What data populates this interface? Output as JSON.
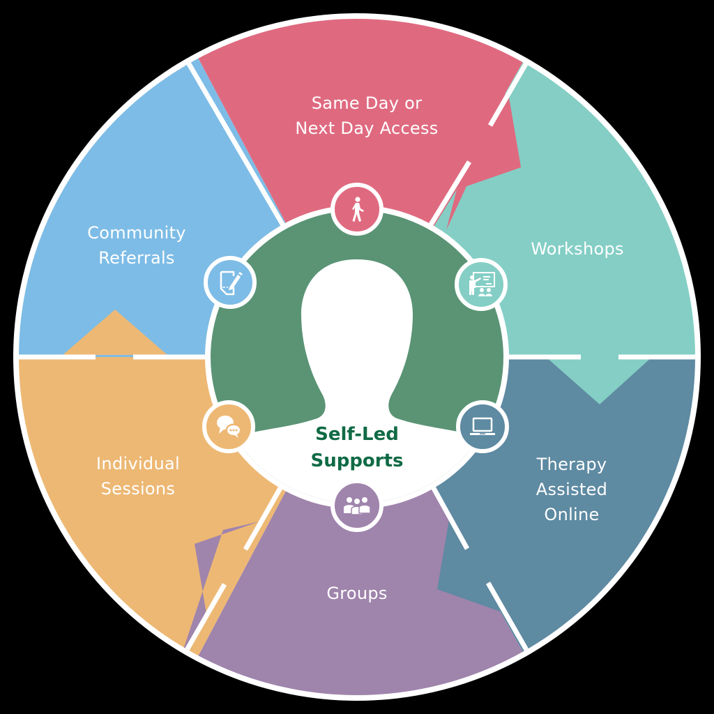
{
  "diagram": {
    "type": "circular-service-wheel",
    "center": {
      "label_line1": "Self-Led",
      "label_line2": "Supports",
      "icon": "person-silhouette-icon",
      "color": "#5a9475",
      "text_color": "#0f6a45"
    },
    "segments": [
      {
        "id": "same-day",
        "label_line1": "Same Day or",
        "label_line2": "Next Day Access",
        "icon": "walking-person-icon",
        "color": "#df6a80"
      },
      {
        "id": "workshops",
        "label_line1": "Workshops",
        "icon": "presentation-icon",
        "color": "#84cec5"
      },
      {
        "id": "therapy-online",
        "label_line1": "Therapy",
        "label_line2": "Assisted",
        "label_line3": "Online",
        "icon": "laptop-icon",
        "color": "#5e8aa2"
      },
      {
        "id": "groups",
        "label_line1": "Groups",
        "icon": "group-people-icon",
        "color": "#9f84ac"
      },
      {
        "id": "individual",
        "label_line1": "Individual",
        "label_line2": "Sessions",
        "icon": "chat-bubbles-icon",
        "color": "#edb874"
      },
      {
        "id": "community",
        "label_line1": "Community",
        "label_line2": "Referrals",
        "icon": "document-pen-icon",
        "color": "#7dbce6"
      }
    ],
    "outline_color": "#ffffff",
    "background": "#000000"
  }
}
